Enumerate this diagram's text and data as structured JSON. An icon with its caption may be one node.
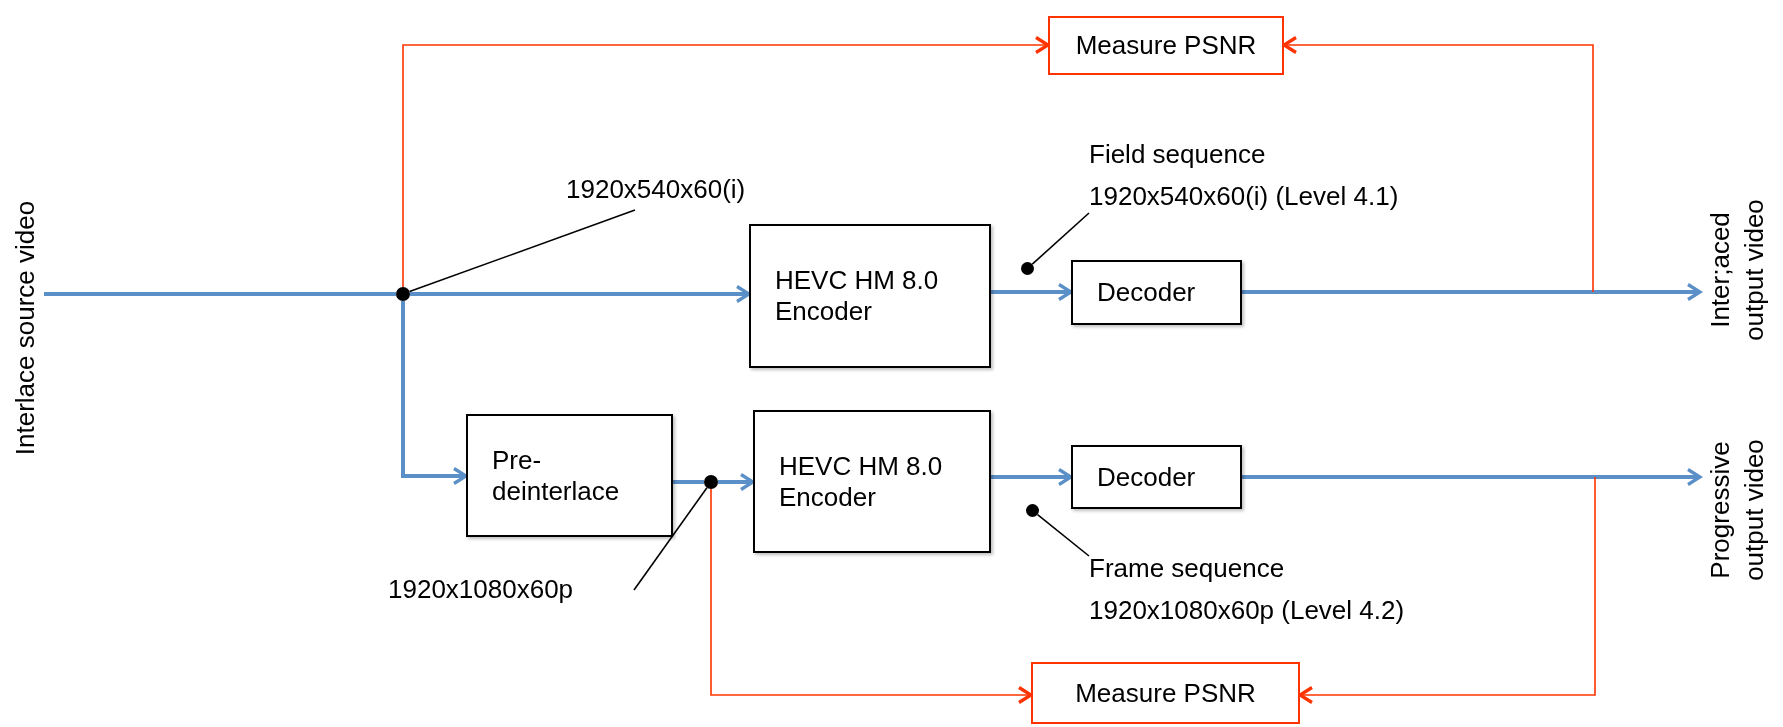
{
  "diagram": {
    "nodes": [
      {
        "text": [
          "Interlace source video"
        ]
      },
      {
        "text": [
          "Measure PSNR"
        ]
      },
      {
        "text": [],
        "shape": "circle"
      },
      {
        "text": [
          "1920x540x60(i)"
        ]
      },
      {
        "text": [
          "HEVC HM 8.0 Encoder"
        ]
      },
      {
        "text": [],
        "shape": "circle"
      },
      {
        "text": [
          "Field sequence 1920x540x60(i) (Level 4.1)"
        ]
      },
      {
        "text": [
          "Decoder"
        ]
      },
      {
        "text": [
          "Inter;aced output video"
        ]
      },
      {
        "text": [
          "Pre- deinterlace"
        ]
      },
      {
        "text": [],
        "shape": "circle"
      },
      {
        "text": [
          "HEVC HM 8.0 Encoder"
        ]
      },
      {
        "text": [
          "1920x1080x60p"
        ]
      },
      {
        "text": [
          "Decoder"
        ]
      },
      {
        "text": [],
        "shape": "circle"
      },
      {
        "text": [
          "Frame sequence 1920x1080x60p (Level 4.2)"
        ]
      },
      {
        "text": [
          "Progressive output video"
        ]
      },
      {
        "text": [
          "Measure PSNR"
        ]
      }
    ],
    "edges": [
      {
        "from": 0,
        "to": 2,
        "arrow": "none"
      },
      {
        "from": 2,
        "to": 4,
        "arrow": "to"
      },
      {
        "from": 2,
        "to": 9,
        "arrow": "to"
      },
      {
        "from": 9,
        "to": 10,
        "arrow": "none"
      },
      {
        "from": 10,
        "to": 11,
        "arrow": "to"
      },
      {
        "from": 4,
        "to": 7,
        "arrow": "to"
      },
      {
        "from": 7,
        "to": 8,
        "arrow": "to"
      },
      {
        "from": 11,
        "to": 13,
        "arrow": "to"
      },
      {
        "from": 13,
        "to": 16,
        "arrow": "to"
      },
      {
        "from": 2,
        "to": 1,
        "arrow": "to",
        "color": "#ff3300"
      },
      {
        "from": null,
        "to": 1,
        "arrow": "to",
        "color": "#ff3300"
      },
      {
        "from": 10,
        "to": 17,
        "arrow": "to",
        "color": "#ff3300"
      },
      {
        "from": null,
        "to": 17,
        "arrow": "to",
        "color": "#ff3300"
      },
      {
        "from": 3,
        "to": 2,
        "arrow": "none",
        "color": "#000000"
      },
      {
        "from": 6,
        "to": 5,
        "arrow": "none",
        "color": "#000000"
      },
      {
        "from": 12,
        "to": 10,
        "arrow": "none",
        "color": "#000000"
      },
      {
        "from": 15,
        "to": 14,
        "arrow": "none",
        "color": "#000000"
      }
    ]
  }
}
